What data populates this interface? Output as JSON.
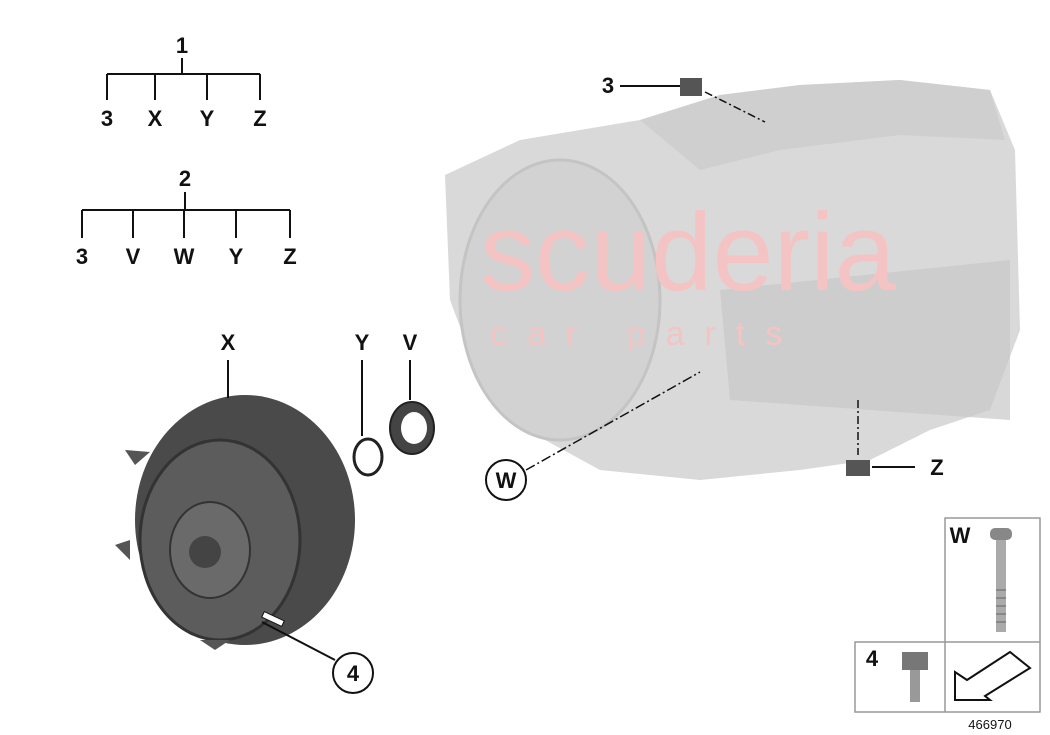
{
  "watermark": {
    "line1": "scuderia",
    "line2": "car parts"
  },
  "tree1": {
    "root": "1",
    "children": [
      "3",
      "X",
      "Y",
      "Z"
    ]
  },
  "tree2": {
    "root": "2",
    "children": [
      "3",
      "V",
      "W",
      "Y",
      "Z"
    ]
  },
  "callouts": {
    "x": "X",
    "y": "Y",
    "v": "V",
    "three": "3",
    "z": "Z",
    "w": "W",
    "four": "4"
  },
  "legend": {
    "w_box": "W",
    "four_box": "4"
  },
  "diagram_number": "466970",
  "colors": {
    "transmission": "#d6d6d6",
    "converter": "#555555",
    "watermark": "#f4c4c4"
  }
}
